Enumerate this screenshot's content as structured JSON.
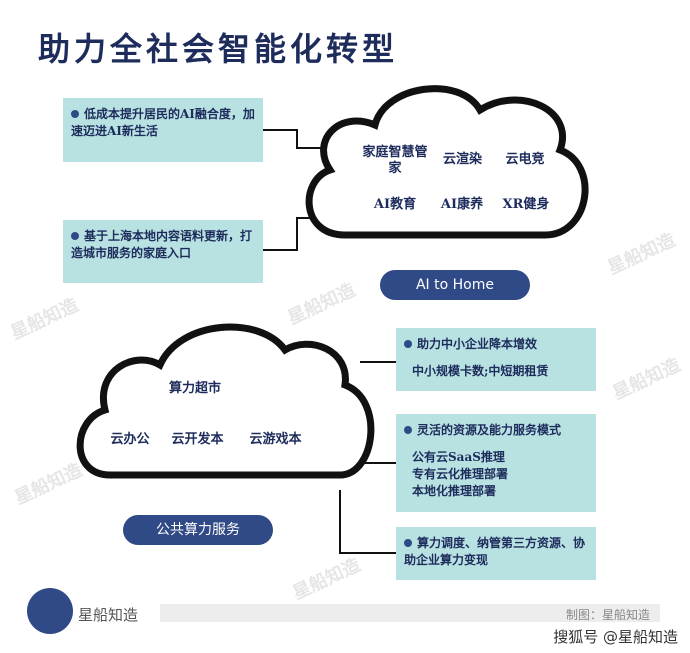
{
  "title": "助力全社会智能化转型",
  "home": {
    "box1": "低成本提升居民的AI融合度，加速迈进AI新生活",
    "box2": "基于上海本地内容语料更新，打造城市服务的家庭入口",
    "items": [
      "家庭智慧管家",
      "云渲染",
      "云电竞",
      "AI教育",
      "AI康养",
      "XR健身"
    ],
    "pill": "AI to Home"
  },
  "compute": {
    "items": [
      "算力超市",
      "云办公",
      "云开发本",
      "云游戏本"
    ],
    "pill": "公共算力服务",
    "box1": {
      "head": "助力中小企业降本增效",
      "sub": "中小规模卡数;中短期租赁"
    },
    "box2": {
      "head": "灵活的资源及能力服务模式",
      "subs": [
        "公有云SaaS推理",
        "专有云化推理部署",
        "本地化推理部署"
      ]
    },
    "box3": "算力调度、纳管第三方资源、协助企业算力变现"
  },
  "watermark": "星船知造",
  "footer": {
    "brand": "星船知造",
    "credit": "制图：星船知造",
    "source": "搜狐号 @星船知造"
  },
  "colors": {
    "navy": "#2f4a86",
    "box": "#b8e2e2",
    "text": "#1e2c5c"
  }
}
